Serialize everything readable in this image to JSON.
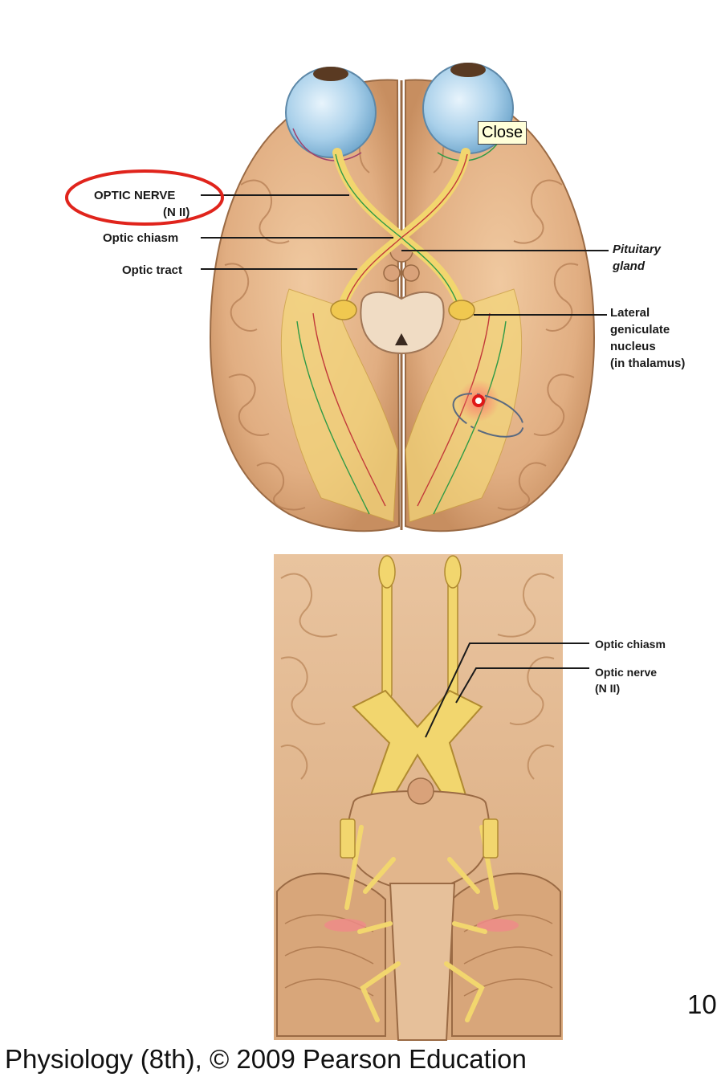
{
  "top_labels": {
    "optic_nerve_line1": "OPTIC NERVE",
    "optic_nerve_line2": "(N II)",
    "optic_chiasm": "Optic chiasm",
    "optic_tract": "Optic tract",
    "pituitary_line1": "Pituitary",
    "pituitary_line2": "gland",
    "lgn_line1": "Lateral",
    "lgn_line2": "geniculate",
    "lgn_line3": "nucleus",
    "lgn_line4": "(in thalamus)"
  },
  "bottom_labels": {
    "optic_chiasm": "Optic chiasm",
    "optic_nerve_line1": "Optic nerve",
    "optic_nerve_line2": "(N II)"
  },
  "tooltip": {
    "text": "Close"
  },
  "page_number": "10",
  "footer": "Physiology (8th), © 2009 Pearson Education",
  "colors": {
    "brain": "#e4b48a",
    "brain_dark": "#b47a4e",
    "nerve": "#f2d870",
    "eye": "#9fc8e4",
    "highlight_ring": "#e02020"
  }
}
